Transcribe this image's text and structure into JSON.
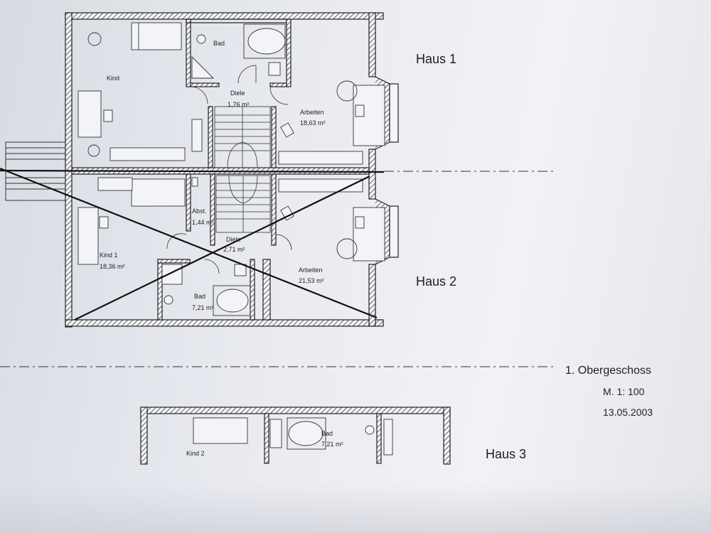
{
  "houses": {
    "h1": "Haus 1",
    "h2": "Haus 2",
    "h3": "Haus 3"
  },
  "rooms": {
    "kind": "Kind",
    "bad_top": "Bad",
    "diele_top_name": "Diele",
    "diele_top_area": "1,76 m²",
    "arbeiten_top_name": "Arbeiten",
    "arbeiten_top_area": "18,63 m²",
    "abst_name": "Abst.",
    "abst_area": "1,44 m²",
    "diele_mid_name": "Diele",
    "diele_mid_area": "2,71 m²",
    "kind1_name": "Kind 1",
    "kind1_area": "18,36 m²",
    "arbeiten_mid_name": "Arbeiten",
    "arbeiten_mid_area": "21,53 m²",
    "bad_mid_name": "Bad",
    "bad_mid_area": "7,21 m²",
    "bad_low_name": "Bad",
    "bad_low_area": "7,21 m²",
    "kind2": "Kind 2"
  },
  "title_block": {
    "floor": "1. Obergeschoss",
    "scale": "M. 1: 100",
    "date": "13.05.2003"
  }
}
